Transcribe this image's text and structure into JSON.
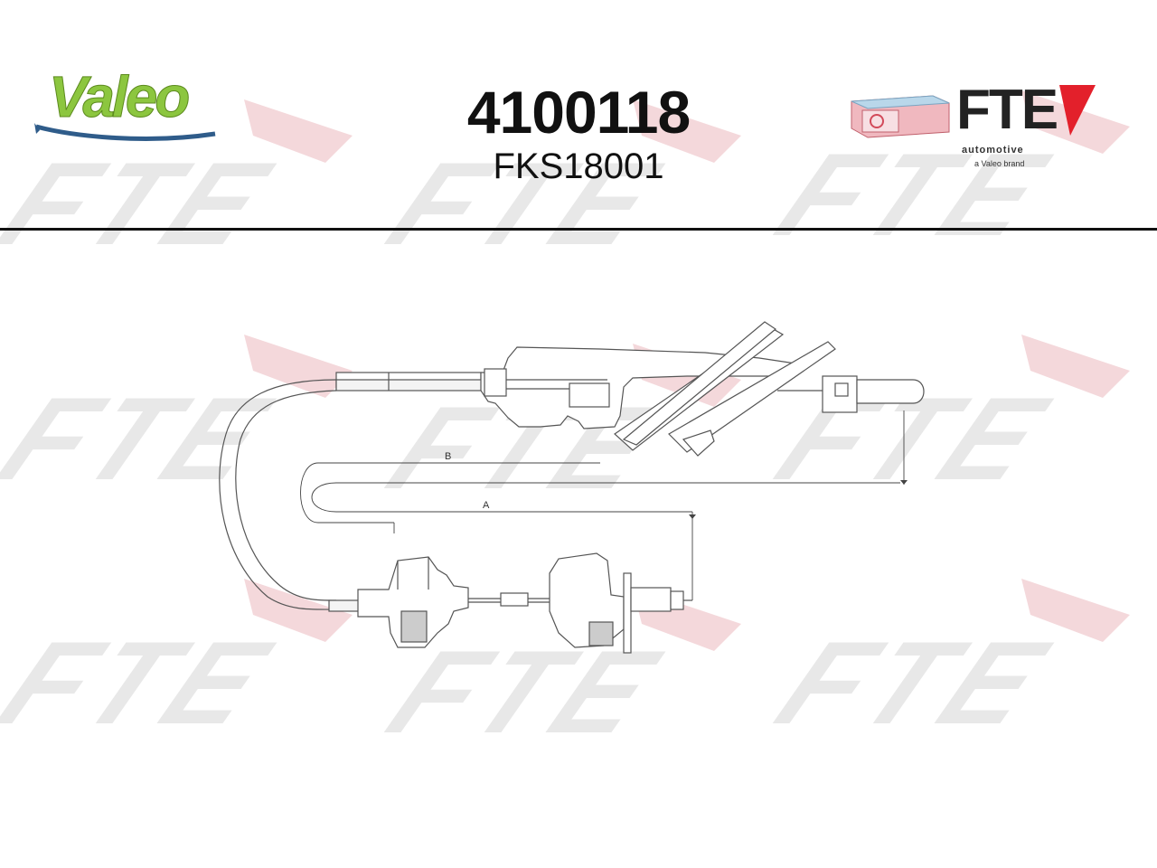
{
  "header": {
    "brand_left": "Valeo",
    "part_number": "4100118",
    "secondary_number": "FKS18001",
    "brand_right": "FTE",
    "brand_right_sub": "automotive",
    "brand_right_sub2": "a Valeo brand"
  },
  "watermark": {
    "text": "FTE"
  },
  "diagram": {
    "dimension_a": "A",
    "dimension_b": "B"
  },
  "colors": {
    "valeo_green": "#8cc63f",
    "fte_red": "#e3202b",
    "watermark_gray": "#e6e6e6",
    "watermark_pink": "#f6d3d6",
    "line": "#555555"
  }
}
